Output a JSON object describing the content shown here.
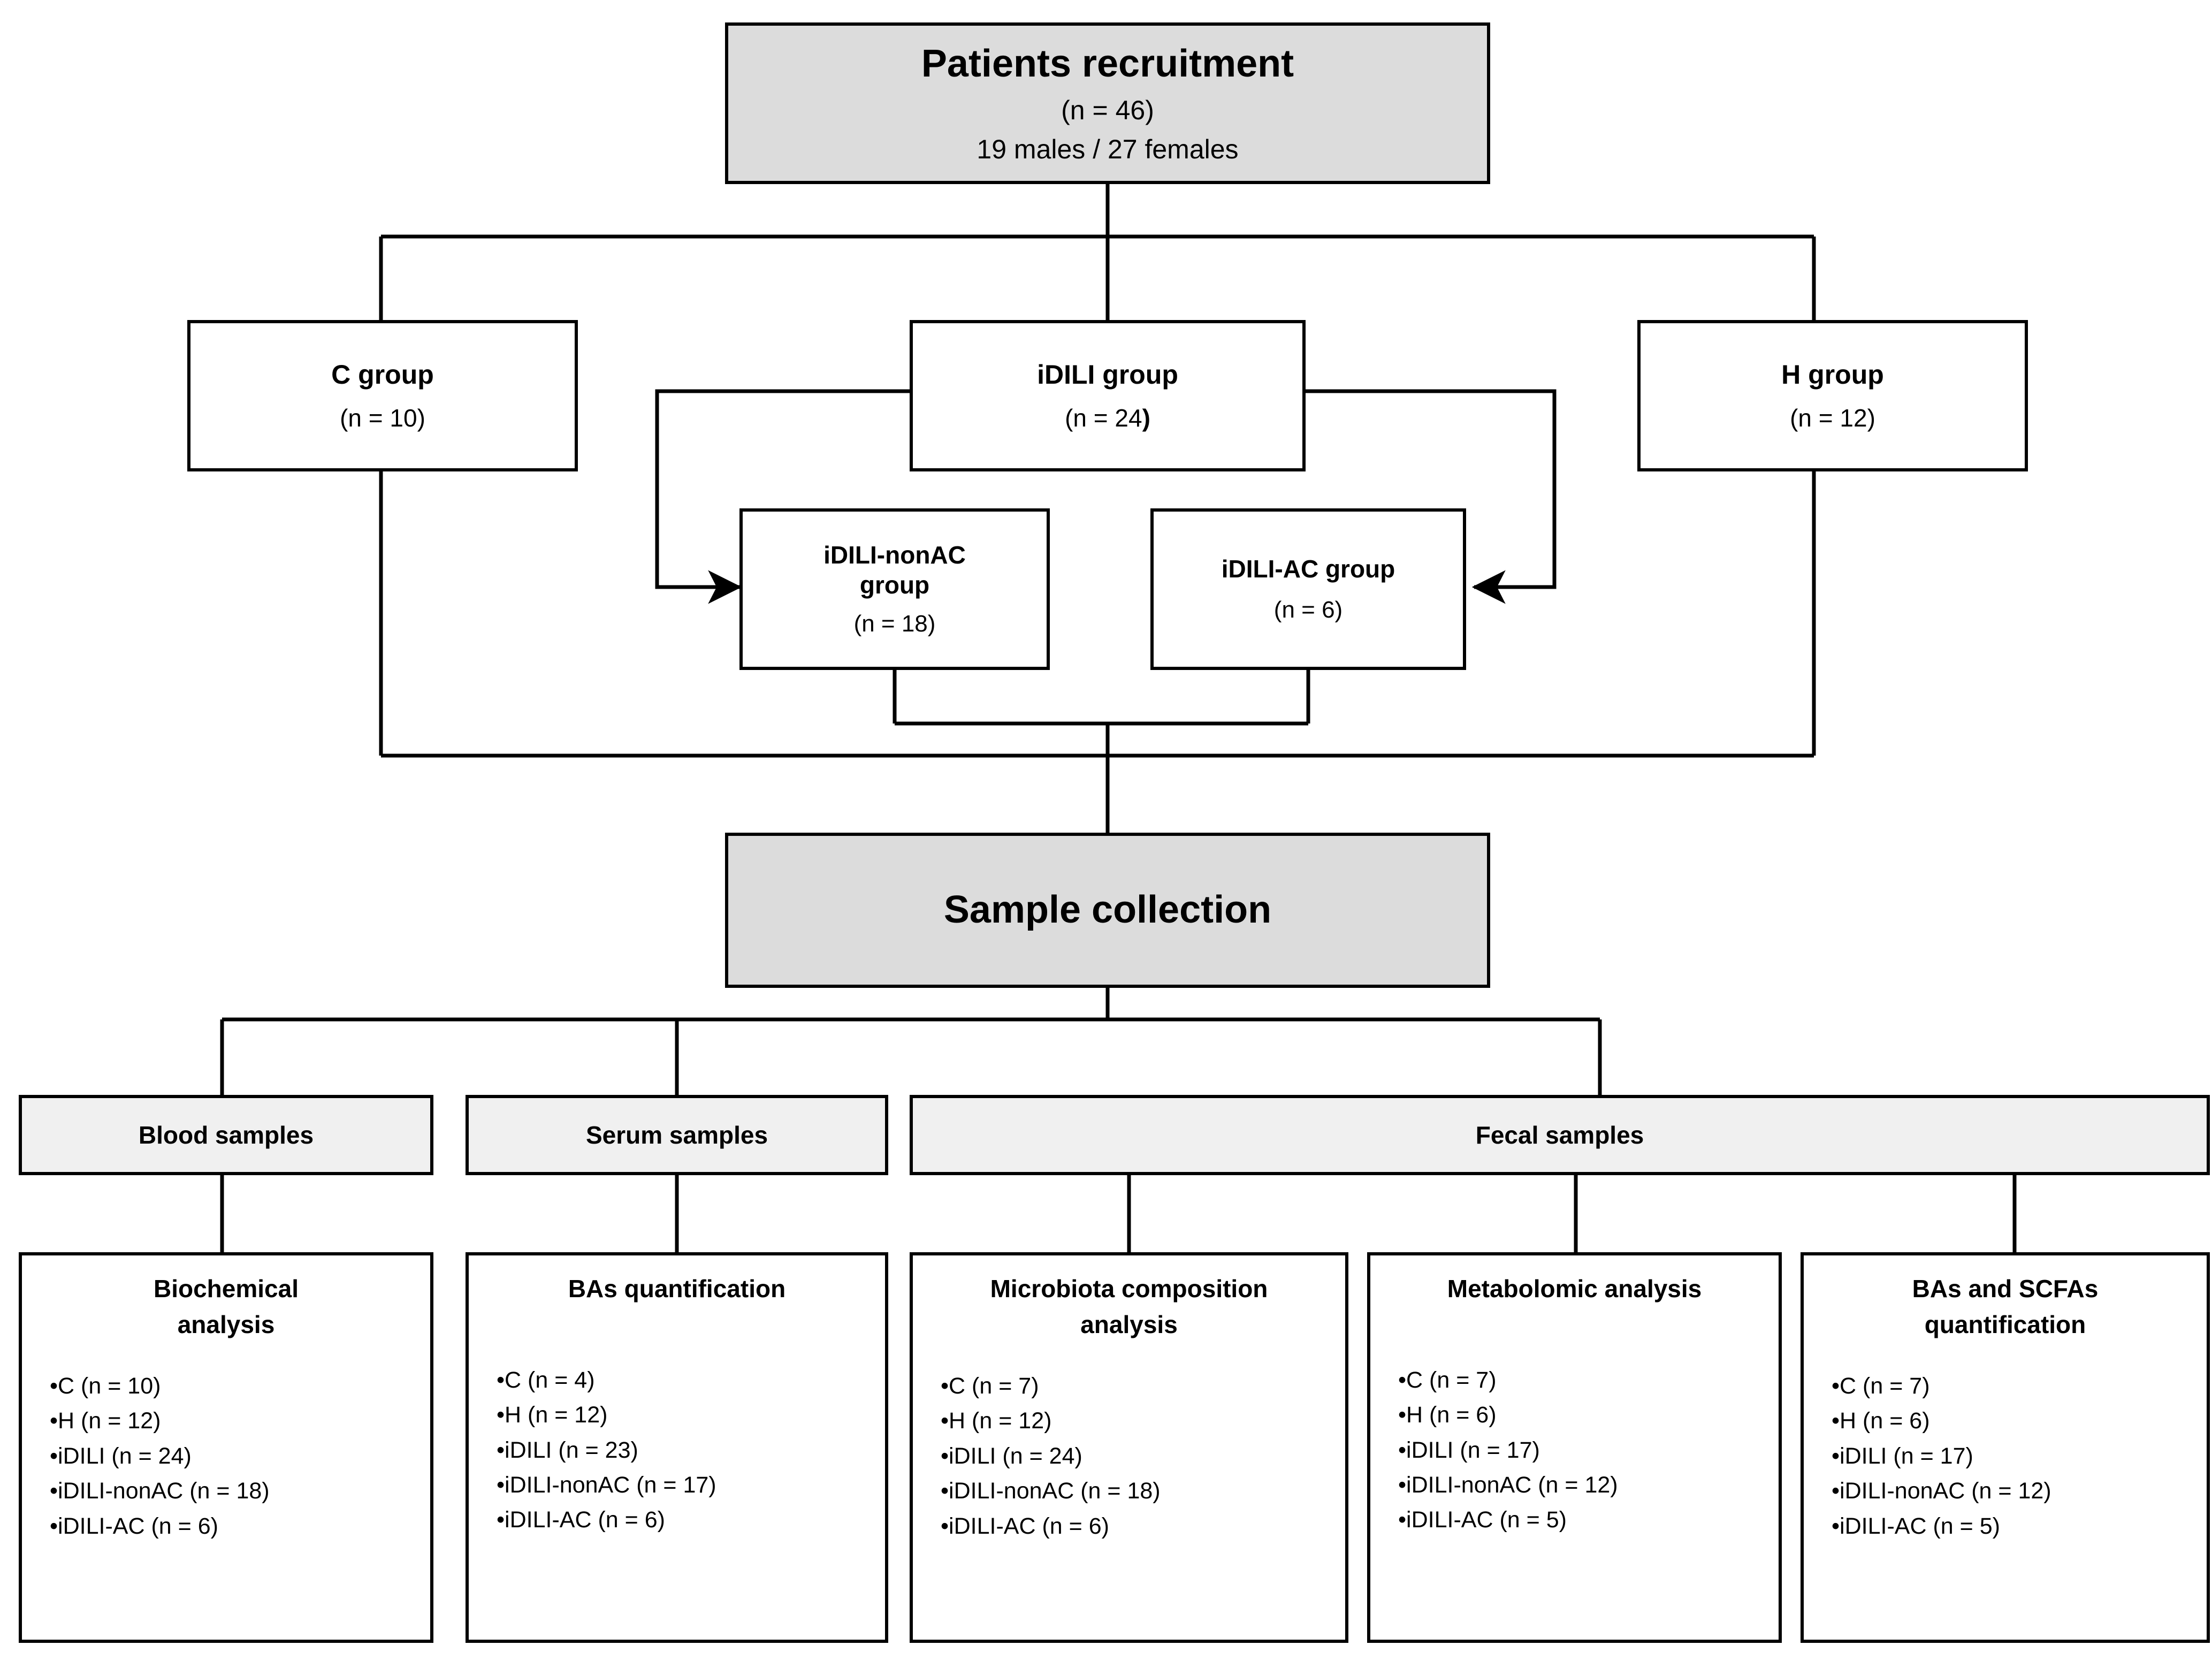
{
  "diagram": {
    "title": "Patient recruitment and sample analysis flowchart",
    "colors": {
      "stroke": "#000000",
      "shaded_fill": "#dcdcdc",
      "light_fill": "#f0f0f0",
      "white_fill": "#ffffff",
      "text": "#000000"
    }
  },
  "recruitment": {
    "title": "Patients recruitment",
    "count": "(n = 46)",
    "sex_split": "19 males / 27 females"
  },
  "groups": [
    {
      "key": "c",
      "title": "C group",
      "count": "(n = 10)"
    },
    {
      "key": "idili",
      "title": "iDILI group",
      "count_pre": "(n = 24",
      "count_post": ")"
    },
    {
      "key": "h",
      "title": "H group",
      "count": "(n = 12)"
    }
  ],
  "subgroups": [
    {
      "key": "idili-nonac",
      "title_line1": "iDILI-nonAC",
      "title_line2": "group",
      "count": "(n = 18)"
    },
    {
      "key": "idili-ac",
      "title_line1": "iDILI-AC  group",
      "count": "(n = 6)"
    }
  ],
  "sample_collection": {
    "title": "Sample collection"
  },
  "sample_types": [
    {
      "key": "blood",
      "label": "Blood samples"
    },
    {
      "key": "serum",
      "label": "Serum samples"
    },
    {
      "key": "fecal",
      "label": "Fecal samples"
    }
  ],
  "analyses": [
    {
      "key": "biochemical",
      "parent": "blood",
      "title_line1": "Biochemical",
      "title_line2": "analysis",
      "items": [
        "•C (n = 10)",
        "•H (n = 12)",
        "•iDILI (n = 24)",
        "•iDILI-nonAC (n = 18)",
        "•iDILI-AC (n = 6)"
      ]
    },
    {
      "key": "bas-quantification",
      "parent": "serum",
      "title_line1": "BAs  quantification",
      "title_line2": "",
      "items": [
        "•C (n = 4)",
        "•H (n = 12)",
        "•iDILI (n = 23)",
        "•iDILI-nonAC (n = 17)",
        "•iDILI-AC (n = 6)"
      ]
    },
    {
      "key": "microbiota-composition",
      "parent": "fecal",
      "title_line1": "Microbiota composition",
      "title_line2": "analysis",
      "items": [
        "•C (n = 7)",
        "•H (n = 12)",
        "•iDILI (n = 24)",
        "•iDILI-nonAC (n = 18)",
        "•iDILI-AC (n = 6)"
      ]
    },
    {
      "key": "metabolomic",
      "parent": "fecal",
      "title_line1": "Metabolomic analysis",
      "title_line2": "",
      "items": [
        "•C (n = 7)",
        "•H (n = 6)",
        "•iDILI (n = 17)",
        "•iDILI-nonAC (n = 12)",
        "•iDILI-AC (n = 5)"
      ]
    },
    {
      "key": "bas-scfas-quantification",
      "parent": "fecal",
      "title_line1": "BAs  and SCFAs",
      "title_line2": "quantification",
      "items": [
        "•C (n = 7)",
        "•H (n = 6)",
        "•iDILI (n = 17)",
        "•iDILI-nonAC (n = 12)",
        "•iDILI-AC (n = 5)"
      ]
    }
  ]
}
